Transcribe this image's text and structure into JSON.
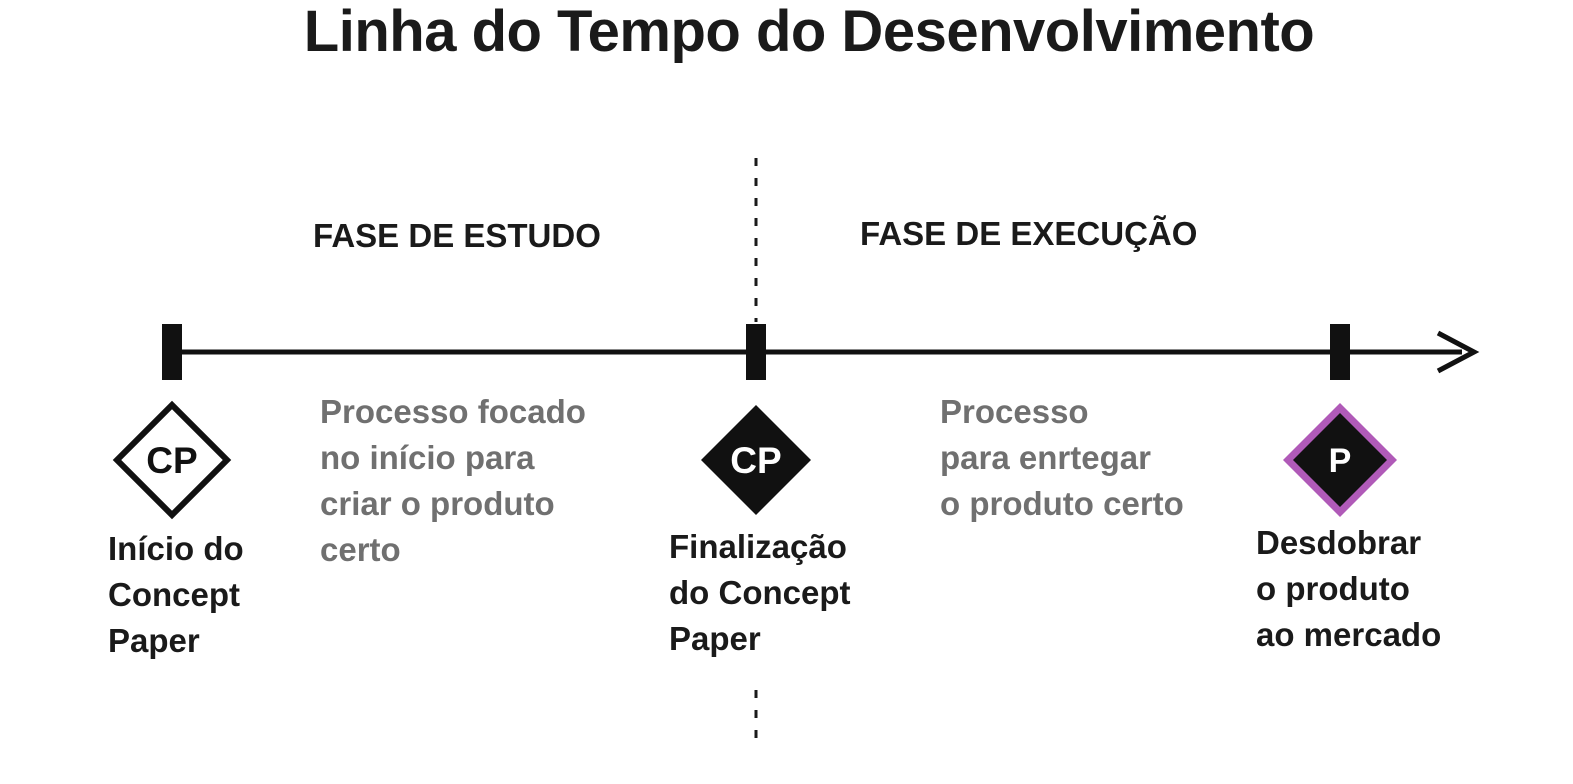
{
  "title": "Linha do Tempo do Desenvolvimento",
  "phases": {
    "study": "FASE DE ESTUDO",
    "execution": "FASE DE EXECUÇÃO"
  },
  "descriptions": {
    "study": [
      "Processo focado",
      "no início para",
      "criar o produto",
      "certo"
    ],
    "execution": [
      "Processo",
      "para enrtegar",
      "o produto certo"
    ]
  },
  "milestones": [
    {
      "badge": "CP",
      "style": "outline",
      "label": [
        "Início do",
        "Concept",
        "Paper"
      ]
    },
    {
      "badge": "CP",
      "style": "filled",
      "label": [
        "Finalização",
        "do Concept",
        "Paper"
      ]
    },
    {
      "badge": "P",
      "style": "filled-purple-border",
      "label": [
        "Desdobrar",
        "o produto",
        "ao mercado"
      ]
    }
  ],
  "colors": {
    "text": "#1a1a1a",
    "muted": "#707070",
    "accent": "#b05ab8"
  }
}
